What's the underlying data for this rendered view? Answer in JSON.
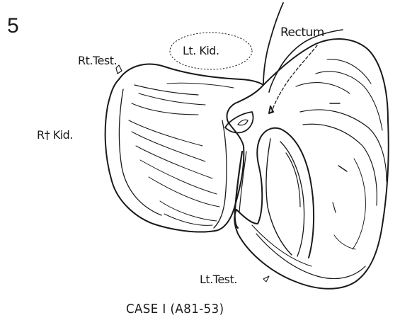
{
  "figure": {
    "number": "5",
    "caption": "CASE I (A81-53)"
  },
  "labels": {
    "rectum": "Rectum",
    "lt_kid": "Lt. Kid.",
    "rt_test": "Rt.Test.",
    "rt_kid": "R† Kid.",
    "lt_test": "Lt.Test."
  },
  "colors": {
    "ink": "#1a1a1a",
    "background": "#ffffff"
  }
}
